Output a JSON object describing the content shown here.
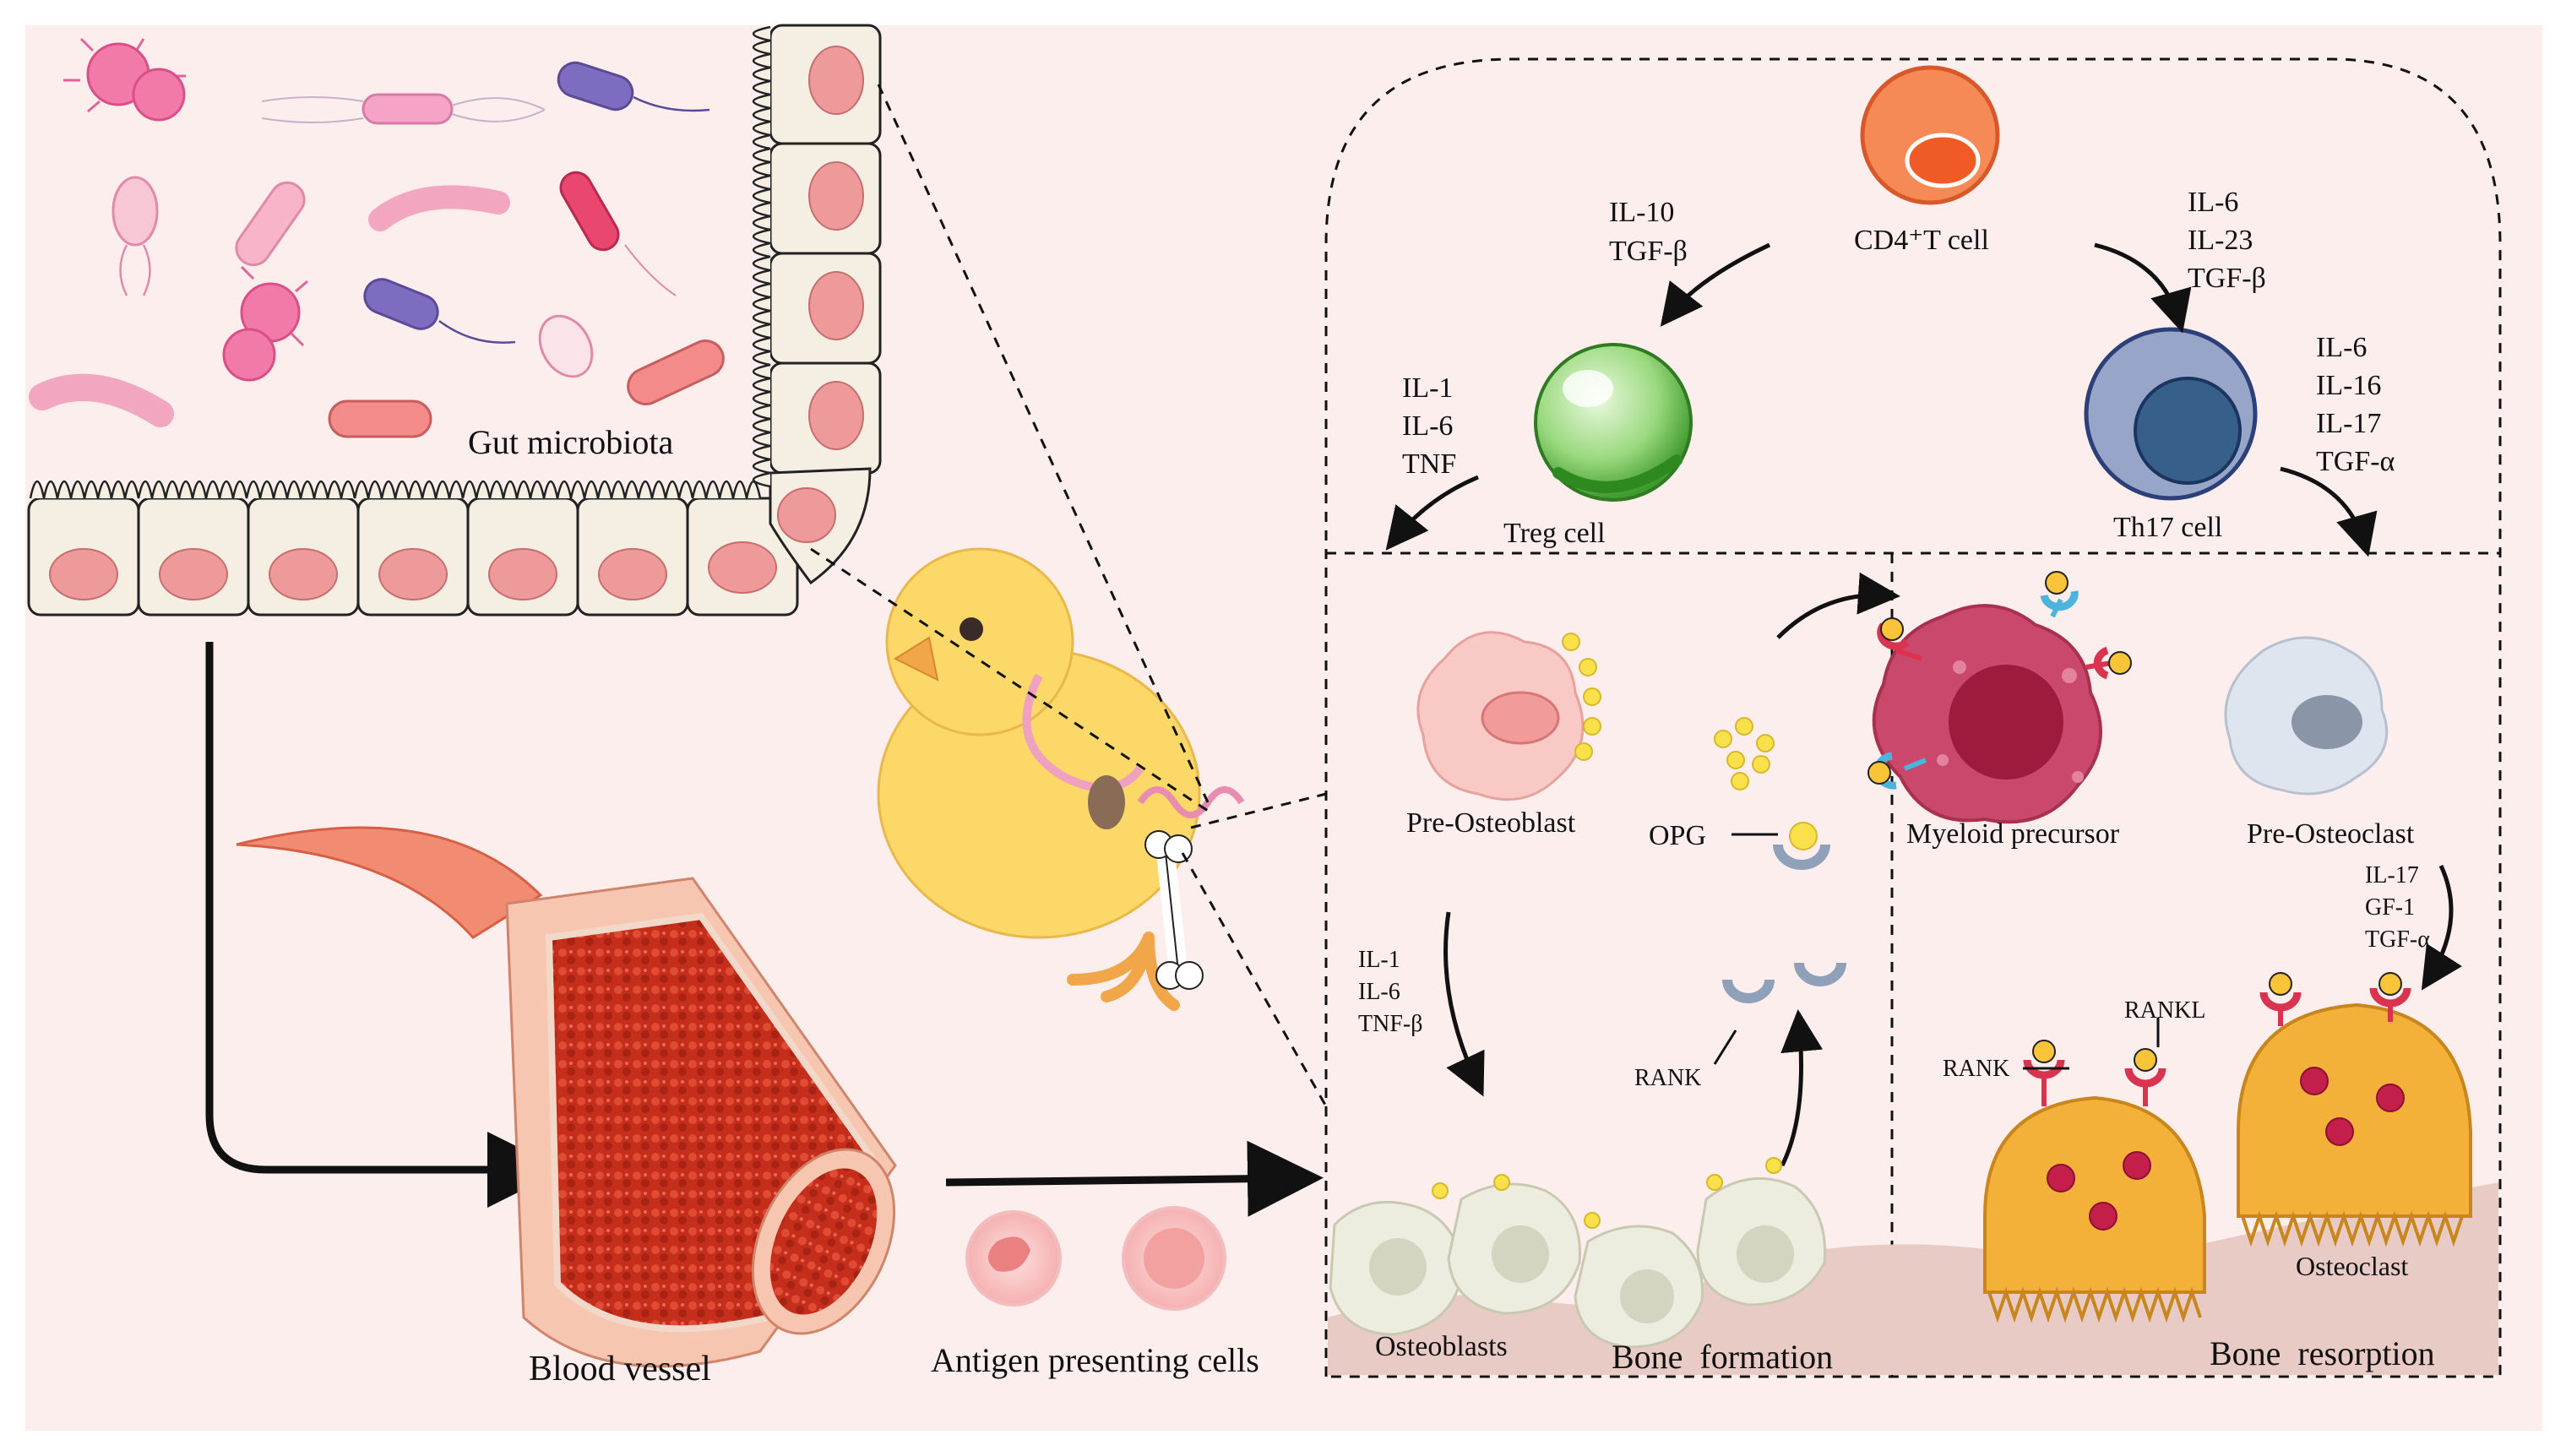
{
  "labels": {
    "gut_microbiota": "Gut microbiota",
    "blood_vessel": "Blood vessel",
    "antigen_presenting_cells": "Antigen presenting cells",
    "cd4_t_cell": "CD4⁺T cell",
    "treg_cell": "Treg cell",
    "th17_cell": "Th17 cell",
    "pre_osteoblast": "Pre-Osteoblast",
    "opg": "OPG",
    "myeloid_precursor": "Myeloid precursor",
    "pre_osteoclast": "Pre-Osteoclast",
    "rank_left": "RANK",
    "rank_right": "RANK",
    "rankl": "RANKL",
    "osteoblasts": "Osteoblasts",
    "bone_formation": "Bone  formation",
    "osteoclast": "Osteoclast",
    "bone_resorption": "Bone  resorption"
  },
  "cytokines": {
    "to_treg": [
      "IL-10",
      "TGF-β"
    ],
    "to_th17": [
      "IL-6",
      "IL-23",
      "TGF-β"
    ],
    "from_treg": [
      "IL-1",
      "IL-6",
      "TNF"
    ],
    "from_th17": [
      "IL-6",
      "IL-16",
      "IL-17",
      "TGF-α"
    ],
    "to_osteoblasts": [
      "IL-1",
      "IL-6",
      "TNF-β"
    ],
    "to_osteoclast": [
      "IL-17",
      "GF-1",
      "TGF-α"
    ]
  },
  "colors": {
    "background": "#fdeeee",
    "epithelium": "#f4efe2",
    "nucleus": "#ee9a9a",
    "treg": "#6fc45b",
    "th17": "#3d5d86",
    "cd4": "#f0703e",
    "myeloid": "#c9486b",
    "osteoclast": "#f4b13a",
    "chick": "#fbd867",
    "blood": "#c62e1c"
  }
}
